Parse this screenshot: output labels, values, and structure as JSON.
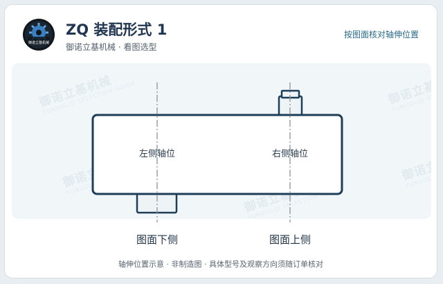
{
  "header": {
    "logo_icon": "company-logo-gear-icon",
    "logo_text": "御诺立基机械",
    "title": "ZQ 装配形式 1",
    "subtitle": "御诺立基机械 · 看图选型",
    "hint": "按图面核对轴伸位置"
  },
  "watermark": {
    "text": "御诺立基机械",
    "subtext": "YUNUOLIJI SELECTION GUIDE"
  },
  "diagram": {
    "left_shaft_label": "左侧轴位",
    "right_shaft_label": "右侧轴位",
    "bottom_side_label": "图面下侧",
    "top_side_label": "图面上侧"
  },
  "footer": {
    "note": "轴伸位置示意 · 非制造图 · 具体型号及观察方向须随订单核对"
  },
  "colors": {
    "outline": "#1e3d59",
    "fill": "#ffffff",
    "centerline": "#8a949c",
    "shaft_fill": "#eef3f6",
    "background": "#f1f6f9"
  }
}
